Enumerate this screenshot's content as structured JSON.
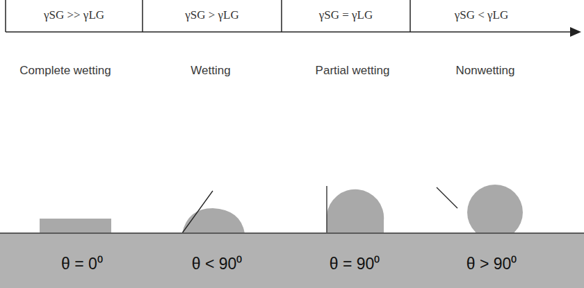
{
  "diagram": {
    "nodes": [
      {
        "text": [
          "γSG >> γLG"
        ]
      },
      {
        "text": [
          "γSG > γLG"
        ]
      },
      {
        "text": [
          "γSG = γLG"
        ]
      },
      {
        "text": [
          "γSG < γLG"
        ]
      },
      {
        "text": [
          "θ = 0⁰",
          "θ < 90⁰",
          "θ = 90⁰",
          "θ > 90⁰"
        ]
      }
    ],
    "labels": [
      "Complete wetting",
      "Wetting",
      "Partial wetting",
      "Nonwetting"
    ]
  }
}
